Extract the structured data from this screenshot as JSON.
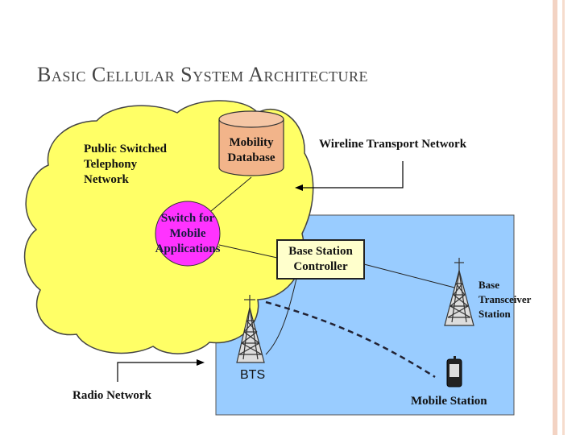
{
  "slide": {
    "title": "Basic Cellular System Architecture"
  },
  "diagram": {
    "pstn_label": [
      "Public Switched",
      "Telephony",
      "Network"
    ],
    "mobility_db": [
      "Mobility",
      "Database"
    ],
    "wireline": "Wireline Transport Network",
    "switch": [
      "Switch for",
      "Mobile",
      "Applications"
    ],
    "bsc": [
      "Base Station",
      "Controller"
    ],
    "bts_station": [
      "Base",
      "Transceiver",
      "Station"
    ],
    "bts": "BTS",
    "radio_network": "Radio Network",
    "mobile_station": "Mobile Station",
    "colors": {
      "cloud": "#ffff66",
      "radio_box": "#99ccff",
      "switch": "#ff33ff",
      "db": "#f2b48a",
      "bsc_box": "#ffffcc"
    }
  }
}
